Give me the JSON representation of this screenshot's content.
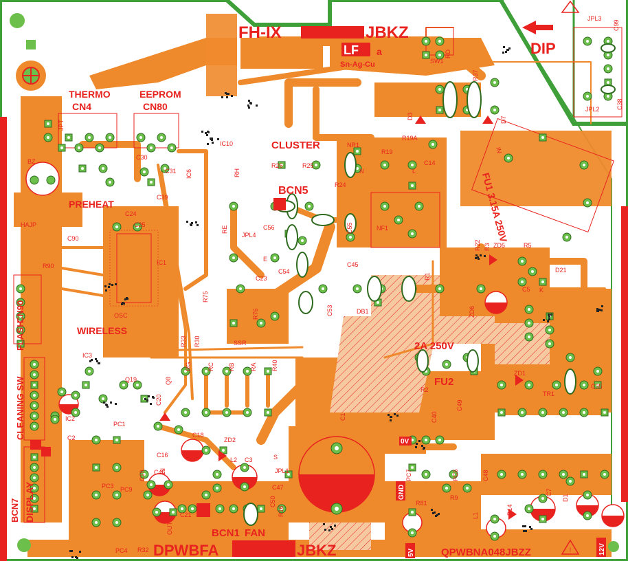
{
  "board": {
    "model_top_prefix": "FH-IX",
    "model_top_suffix": "JBKZ",
    "model_bottom_prefix": "DPWBFA",
    "model_bottom_suffix": "JBKZ",
    "part_number": "QPWBNA048JBZZ",
    "lead_free_mark": "LF",
    "lead_free_suffix": "a",
    "alloy": "Sn-Ag-Cu",
    "direction_label": "DIP"
  },
  "sections": {
    "thermo": "THERMO",
    "cn4": "CN4",
    "eeprom": "EEPROM",
    "cn80": "CN80",
    "cluster": "CLUSTER",
    "bcn5": "BCN5",
    "preheat": "PREHEAT",
    "wireless": "WIRELESS",
    "flash": "FLASH",
    "cn90": "CN90",
    "cleaning_sw": "CLEANING SW",
    "bcn7": "BCN7",
    "display": "DISPLAY",
    "bcn1": "BCN1",
    "fan": "FAN",
    "fuse_rating": "2A 250V",
    "fu2": "FU2",
    "fuse_main": "FU1 3.15A 250V",
    "voltage_0v": "0V",
    "voltage_5v": "5V",
    "voltage_12v": "12V",
    "gnd": "GND"
  },
  "components": {
    "sw1": "SW1",
    "jpl3": "JPL3",
    "jpl2": "JPL2",
    "c99": "C99",
    "c38": "C38",
    "rd": "RD",
    "r37": "R37",
    "d3": "D3",
    "d7": "D7",
    "jpt": "JPT",
    "ic10": "IC10",
    "ic6": "IC6",
    "bz": "BZ",
    "nr1": "NR1",
    "r19": "R19",
    "r19a": "R19A",
    "c14": "C14",
    "r26": "R26",
    "r25": "R25",
    "r24": "R24",
    "rh": "RH",
    "c24": "C24",
    "c25": "C25",
    "c30": "C30",
    "c31": "C31",
    "c39": "C39",
    "hajp": "HAJP",
    "c90": "C90",
    "r90": "R90",
    "re": "RE",
    "jpl4": "JPL4",
    "c56": "C56",
    "c55": "C55",
    "c54": "C54",
    "c23": "C23",
    "c53": "C53",
    "nf1": "NF1",
    "c45": "C45",
    "db1": "DB1",
    "r1": "R1",
    "r22": "R22",
    "r3": "R3",
    "zd5": "ZD5",
    "r5": "R5",
    "d21": "D21",
    "c5": "C5",
    "r75": "R75",
    "r76": "R76",
    "ic1": "IC1",
    "osc": "OSC",
    "ssr": "SSR",
    "r33": "R33",
    "r30": "R30",
    "q19": "Q19",
    "q8": "Q8",
    "rg": "RG",
    "rc": "RC",
    "rb": "RB",
    "ra": "RA",
    "r40": "R40",
    "c20": "C20",
    "zd1": "ZD1",
    "tr1": "TR1",
    "c35": "C35",
    "zd6": "ZD6",
    "c1": "C1",
    "r2": "R2",
    "c49": "C49",
    "c40": "C40",
    "pc1": "PC1",
    "pc3": "PC3",
    "pc4": "PC4",
    "pc9": "PC9",
    "pc7": "PC7",
    "pc6": "PC6",
    "c18": "C18",
    "zd2": "ZD2",
    "l2": "L2",
    "c3": "C3",
    "c47": "C47",
    "jpl1": "JPL1",
    "c50": "C50",
    "r16": "R16",
    "c46": "C46",
    "c21": "C21",
    "c16": "C16",
    "c19": "C19",
    "r32": "R32",
    "c48": "C48",
    "r81": "R81",
    "r9": "R9",
    "l1": "L1",
    "d14": "D14",
    "c7": "C7",
    "d1": "D1",
    "ic2": "IC2",
    "ic3": "IC3",
    "c2": "C2",
    "n_label": "N",
    "l_label": "L",
    "in_label": "IN",
    "out_label": "OUT",
    "s_label": "S",
    "e_label": "E",
    "k_label": "K"
  },
  "colors": {
    "copper": "#ef8a2c",
    "pad": "#6bbf4a",
    "silk": "#e8231f",
    "border": "#3fa03a"
  }
}
